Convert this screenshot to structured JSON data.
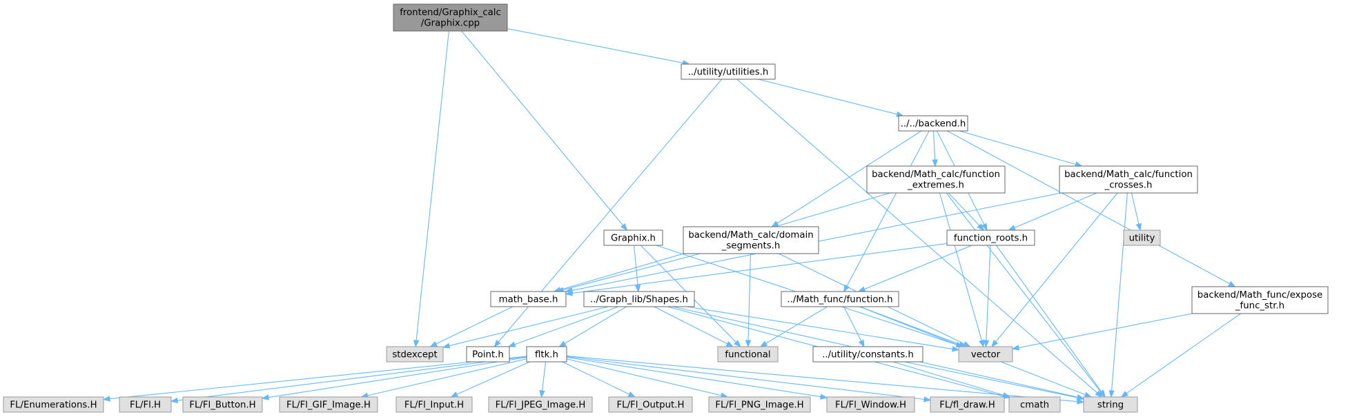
{
  "colors": {
    "root_fill": "#999999",
    "root_stroke": "#666666",
    "file_fill": "#ffffff",
    "file_stroke": "#666666",
    "system_fill": "#e0e0e0",
    "system_stroke": "#999999",
    "edge": "#63b8ff",
    "background": "#ffffff"
  },
  "nodes": [
    {
      "id": "graphix_cpp",
      "kind": "root",
      "lines": [
        "frontend/Graphix_calc",
        "/Graphix.cpp"
      ]
    },
    {
      "id": "utilities_h",
      "kind": "file",
      "lines": [
        "../utility/utilities.h"
      ]
    },
    {
      "id": "backend_h",
      "kind": "file",
      "lines": [
        "../../backend.h"
      ]
    },
    {
      "id": "func_extremes_h",
      "kind": "file",
      "lines": [
        "backend/Math_calc/function",
        "_extremes.h"
      ]
    },
    {
      "id": "func_crosses_h",
      "kind": "file",
      "lines": [
        "backend/Math_calc/function",
        "_crosses.h"
      ]
    },
    {
      "id": "graphix_h",
      "kind": "file",
      "lines": [
        "Graphix.h"
      ]
    },
    {
      "id": "domain_segments_h",
      "kind": "file",
      "lines": [
        "backend/Math_calc/domain",
        "_segments.h"
      ]
    },
    {
      "id": "function_roots_h",
      "kind": "file",
      "lines": [
        "function_roots.h"
      ]
    },
    {
      "id": "utility",
      "kind": "system",
      "lines": [
        "utility"
      ]
    },
    {
      "id": "math_base_h",
      "kind": "file",
      "lines": [
        "math_base.h"
      ]
    },
    {
      "id": "shapes_h",
      "kind": "file",
      "lines": [
        "../Graph_lib/Shapes.h"
      ]
    },
    {
      "id": "math_func_function_h",
      "kind": "file",
      "lines": [
        "../Math_func/function.h"
      ]
    },
    {
      "id": "expose_func_str_h",
      "kind": "file",
      "lines": [
        "backend/Math_func/expose",
        "_func_str.h"
      ]
    },
    {
      "id": "stdexcept",
      "kind": "system",
      "lines": [
        "stdexcept"
      ]
    },
    {
      "id": "point_h",
      "kind": "file",
      "lines": [
        "Point.h"
      ]
    },
    {
      "id": "fltk_h",
      "kind": "file",
      "lines": [
        "fltk.h"
      ]
    },
    {
      "id": "functional",
      "kind": "system",
      "lines": [
        "functional"
      ]
    },
    {
      "id": "constants_h",
      "kind": "file",
      "lines": [
        "../utility/constants.h"
      ]
    },
    {
      "id": "vector",
      "kind": "system",
      "lines": [
        "vector"
      ]
    },
    {
      "id": "fl_enumerations_h",
      "kind": "system",
      "lines": [
        "FL/Enumerations.H"
      ]
    },
    {
      "id": "fl_h",
      "kind": "system",
      "lines": [
        "FL/Fl.H"
      ]
    },
    {
      "id": "fl_button_h",
      "kind": "system",
      "lines": [
        "FL/Fl_Button.H"
      ]
    },
    {
      "id": "fl_gif_image_h",
      "kind": "system",
      "lines": [
        "FL/Fl_GIF_Image.H"
      ]
    },
    {
      "id": "fl_input_h",
      "kind": "system",
      "lines": [
        "FL/Fl_Input.H"
      ]
    },
    {
      "id": "fl_jpeg_image_h",
      "kind": "system",
      "lines": [
        "FL/Fl_JPEG_Image.H"
      ]
    },
    {
      "id": "fl_output_h",
      "kind": "system",
      "lines": [
        "FL/Fl_Output.H"
      ]
    },
    {
      "id": "fl_png_image_h",
      "kind": "system",
      "lines": [
        "FL/Fl_PNG_Image.H"
      ]
    },
    {
      "id": "fl_window_h",
      "kind": "system",
      "lines": [
        "FL/Fl_Window.H"
      ]
    },
    {
      "id": "fl_draw_h",
      "kind": "system",
      "lines": [
        "FL/fl_draw.H"
      ]
    },
    {
      "id": "cmath",
      "kind": "system",
      "lines": [
        "cmath"
      ]
    },
    {
      "id": "string",
      "kind": "system",
      "lines": [
        "string"
      ]
    }
  ],
  "edges": [
    [
      "graphix_cpp",
      "utilities_h"
    ],
    [
      "graphix_cpp",
      "graphix_h"
    ],
    [
      "graphix_cpp",
      "stdexcept"
    ],
    [
      "utilities_h",
      "backend_h"
    ],
    [
      "utilities_h",
      "point_h"
    ],
    [
      "utilities_h",
      "string"
    ],
    [
      "backend_h",
      "func_extremes_h"
    ],
    [
      "backend_h",
      "func_crosses_h"
    ],
    [
      "backend_h",
      "domain_segments_h"
    ],
    [
      "backend_h",
      "function_roots_h"
    ],
    [
      "backend_h",
      "math_func_function_h"
    ],
    [
      "backend_h",
      "expose_func_str_h"
    ],
    [
      "func_extremes_h",
      "function_roots_h"
    ],
    [
      "func_extremes_h",
      "math_base_h"
    ],
    [
      "func_extremes_h",
      "vector"
    ],
    [
      "func_extremes_h",
      "string"
    ],
    [
      "func_crosses_h",
      "function_roots_h"
    ],
    [
      "func_crosses_h",
      "utility"
    ],
    [
      "func_crosses_h",
      "math_base_h"
    ],
    [
      "func_crosses_h",
      "vector"
    ],
    [
      "func_crosses_h",
      "string"
    ],
    [
      "function_roots_h",
      "math_base_h"
    ],
    [
      "function_roots_h",
      "math_func_function_h"
    ],
    [
      "function_roots_h",
      "vector"
    ],
    [
      "function_roots_h",
      "string"
    ],
    [
      "domain_segments_h",
      "math_base_h"
    ],
    [
      "domain_segments_h",
      "functional"
    ],
    [
      "domain_segments_h",
      "vector"
    ],
    [
      "graphix_h",
      "shapes_h"
    ],
    [
      "graphix_h",
      "functional"
    ],
    [
      "graphix_h",
      "vector"
    ],
    [
      "math_base_h",
      "stdexcept"
    ],
    [
      "shapes_h",
      "stdexcept"
    ],
    [
      "shapes_h",
      "point_h"
    ],
    [
      "shapes_h",
      "fltk_h"
    ],
    [
      "shapes_h",
      "functional"
    ],
    [
      "shapes_h",
      "vector"
    ],
    [
      "shapes_h",
      "cmath"
    ],
    [
      "shapes_h",
      "string"
    ],
    [
      "math_func_function_h",
      "functional"
    ],
    [
      "math_func_function_h",
      "constants_h"
    ],
    [
      "math_func_function_h",
      "vector"
    ],
    [
      "math_func_function_h",
      "string"
    ],
    [
      "constants_h",
      "cmath"
    ],
    [
      "constants_h",
      "string"
    ],
    [
      "expose_func_str_h",
      "vector"
    ],
    [
      "expose_func_str_h",
      "string"
    ],
    [
      "fltk_h",
      "fl_enumerations_h"
    ],
    [
      "fltk_h",
      "fl_h"
    ],
    [
      "fltk_h",
      "fl_button_h"
    ],
    [
      "fltk_h",
      "fl_gif_image_h"
    ],
    [
      "fltk_h",
      "fl_input_h"
    ],
    [
      "fltk_h",
      "fl_jpeg_image_h"
    ],
    [
      "fltk_h",
      "fl_output_h"
    ],
    [
      "fltk_h",
      "fl_png_image_h"
    ],
    [
      "fltk_h",
      "fl_window_h"
    ],
    [
      "fltk_h",
      "fl_draw_h"
    ],
    [
      "fltk_h",
      "string"
    ]
  ]
}
